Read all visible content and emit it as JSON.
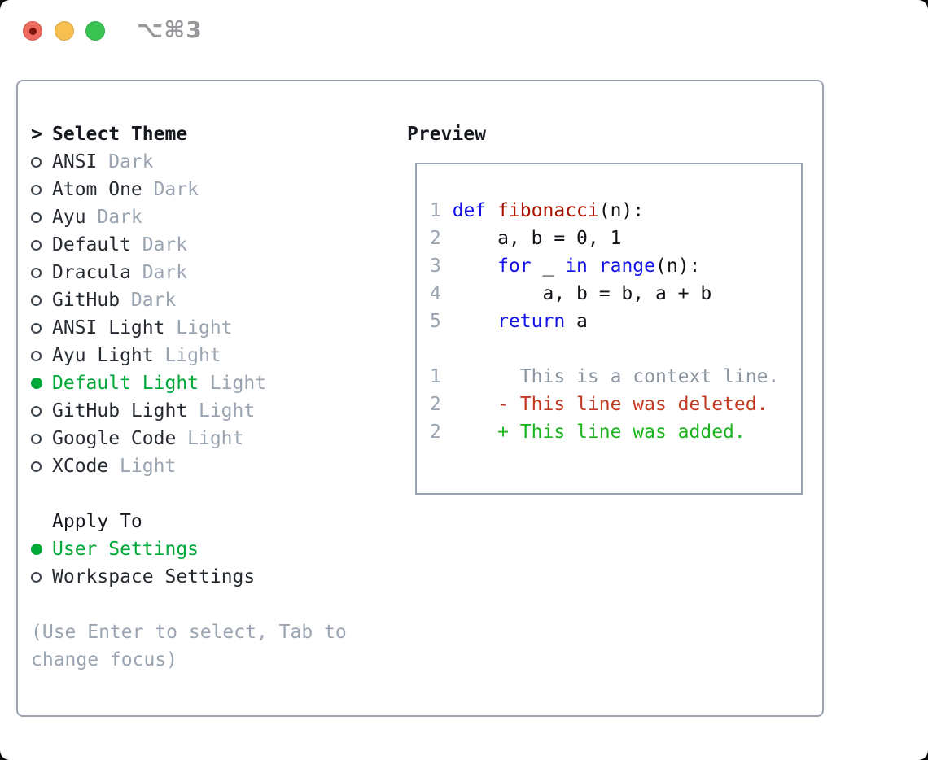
{
  "window": {
    "shortcut": "⌥⌘3"
  },
  "theme_list": {
    "title_marker": ">",
    "title": "Select Theme",
    "items": [
      {
        "name": "ANSI",
        "variant": "Dark",
        "selected": false
      },
      {
        "name": "Atom One",
        "variant": "Dark",
        "selected": false
      },
      {
        "name": "Ayu",
        "variant": "Dark",
        "selected": false
      },
      {
        "name": "Default",
        "variant": "Dark",
        "selected": false
      },
      {
        "name": "Dracula",
        "variant": "Dark",
        "selected": false
      },
      {
        "name": "GitHub",
        "variant": "Dark",
        "selected": false
      },
      {
        "name": "ANSI Light",
        "variant": "Light",
        "selected": false
      },
      {
        "name": "Ayu Light",
        "variant": "Light",
        "selected": false
      },
      {
        "name": "Default Light",
        "variant": "Light",
        "selected": true
      },
      {
        "name": "GitHub Light",
        "variant": "Light",
        "selected": false
      },
      {
        "name": "Google Code",
        "variant": "Light",
        "selected": false
      },
      {
        "name": "XCode",
        "variant": "Light",
        "selected": false
      }
    ]
  },
  "apply_to": {
    "title": "Apply To",
    "options": [
      {
        "label": "User Settings",
        "selected": true
      },
      {
        "label": "Workspace Settings",
        "selected": false
      }
    ]
  },
  "hint": {
    "lines": [
      "(Use Enter to select, Tab to",
      "change focus)"
    ]
  },
  "preview": {
    "title": "Preview",
    "code_lines": [
      {
        "segments": [
          {
            "t": "1 ",
            "c": "num"
          },
          {
            "t": "def",
            "c": "kw"
          },
          {
            "t": " ",
            "c": "pl"
          },
          {
            "t": "fibonacci",
            "c": "fn"
          },
          {
            "t": "(n):",
            "c": "pl"
          }
        ]
      },
      {
        "segments": [
          {
            "t": "2",
            "c": "num"
          },
          {
            "t": "     a, b = 0, 1",
            "c": "pl"
          }
        ]
      },
      {
        "segments": [
          {
            "t": "3",
            "c": "num"
          },
          {
            "t": "     ",
            "c": "pl"
          },
          {
            "t": "for",
            "c": "kw"
          },
          {
            "t": " _ ",
            "c": "pl"
          },
          {
            "t": "in",
            "c": "kw"
          },
          {
            "t": " ",
            "c": "pl"
          },
          {
            "t": "range",
            "c": "kw"
          },
          {
            "t": "(n):",
            "c": "pl"
          }
        ]
      },
      {
        "segments": [
          {
            "t": "4",
            "c": "num"
          },
          {
            "t": "         a, b = b, a + b",
            "c": "pl"
          }
        ]
      },
      {
        "segments": [
          {
            "t": "5",
            "c": "num"
          },
          {
            "t": "     ",
            "c": "pl"
          },
          {
            "t": "return",
            "c": "kw"
          },
          {
            "t": " a",
            "c": "pl"
          }
        ]
      }
    ],
    "diff_lines": [
      {
        "segments": [
          {
            "t": "1",
            "c": "num"
          },
          {
            "t": "       This is a context line.",
            "c": "ctx"
          }
        ]
      },
      {
        "segments": [
          {
            "t": "2",
            "c": "num"
          },
          {
            "t": "     ",
            "c": "pl"
          },
          {
            "t": "- This line was deleted.",
            "c": "del"
          }
        ]
      },
      {
        "segments": [
          {
            "t": "2",
            "c": "num"
          },
          {
            "t": "     ",
            "c": "pl"
          },
          {
            "t": "+ This line was added.",
            "c": "add"
          }
        ]
      }
    ]
  },
  "colors": {
    "selection_green": "#00a837",
    "diff_added_green": "#1db31e",
    "diff_deleted_red": "#c23a22",
    "keyword_blue": "#1212e8",
    "function_red": "#a81000",
    "muted_gray": "#9aa4b1",
    "text_dark": "#16191f",
    "panel_border": "#9aa3ae",
    "traffic_red": "#ee6a5f",
    "traffic_yellow": "#f6bf4f",
    "traffic_green": "#3ac353"
  }
}
